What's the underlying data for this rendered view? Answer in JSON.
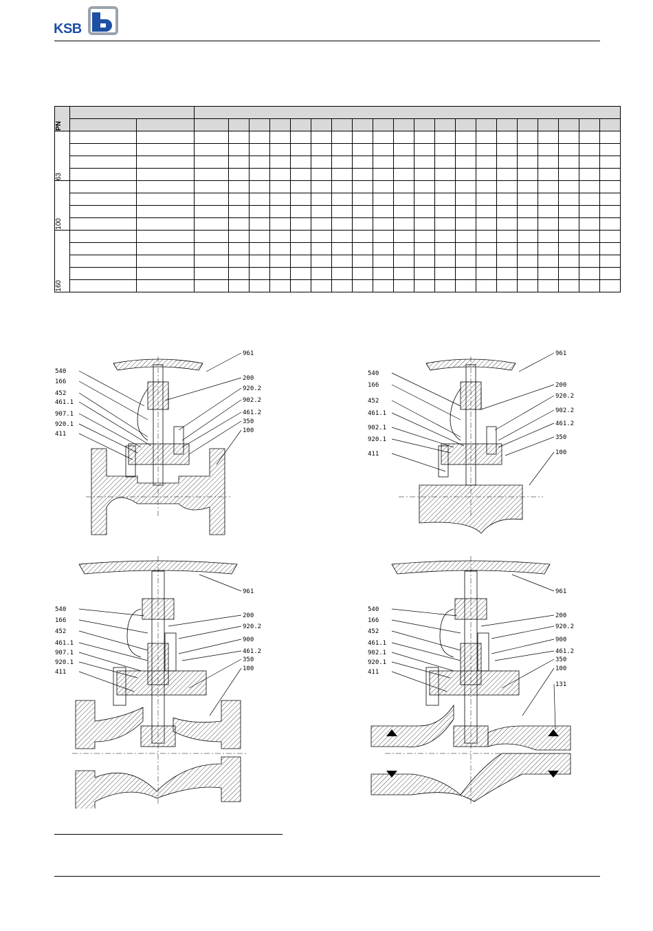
{
  "header": {
    "logo_text": "KSB",
    "brand_color": "#1e4fa3"
  },
  "table": {
    "pn_label": "PN",
    "groups": [
      {
        "label": "63",
        "rows": 4
      },
      {
        "label": "100",
        "rows": 4
      },
      {
        "label": "160",
        "rows": 5
      }
    ],
    "value_columns": 20
  },
  "figures": [
    {
      "labels_left": [
        "540",
        "166",
        "452",
        "461.1",
        "907.1",
        "920.1",
        "411"
      ],
      "labels_right": [
        "961",
        "200",
        "920.2",
        "902.2",
        "461.2",
        "350",
        "100"
      ]
    },
    {
      "labels_left": [
        "540",
        "166",
        "452",
        "461.1",
        "902.1",
        "920.1",
        "411"
      ],
      "labels_right": [
        "961",
        "200",
        "920.2",
        "902.2",
        "461.2",
        "350",
        "100"
      ]
    },
    {
      "labels_left": [
        "540",
        "166",
        "452",
        "461.1",
        "907.1",
        "920.1",
        "411"
      ],
      "labels_right": [
        "961",
        "200",
        "920.2",
        "900",
        "461.2",
        "350",
        "100"
      ]
    },
    {
      "labels_left": [
        "540",
        "166",
        "452",
        "461.1",
        "902.1",
        "920.1",
        "411"
      ],
      "labels_right": [
        "961",
        "200",
        "920.2",
        "900",
        "461.2",
        "350",
        "100",
        "131"
      ]
    }
  ],
  "colors": {
    "header_fill": "#d9d9d9",
    "line": "#000000"
  }
}
